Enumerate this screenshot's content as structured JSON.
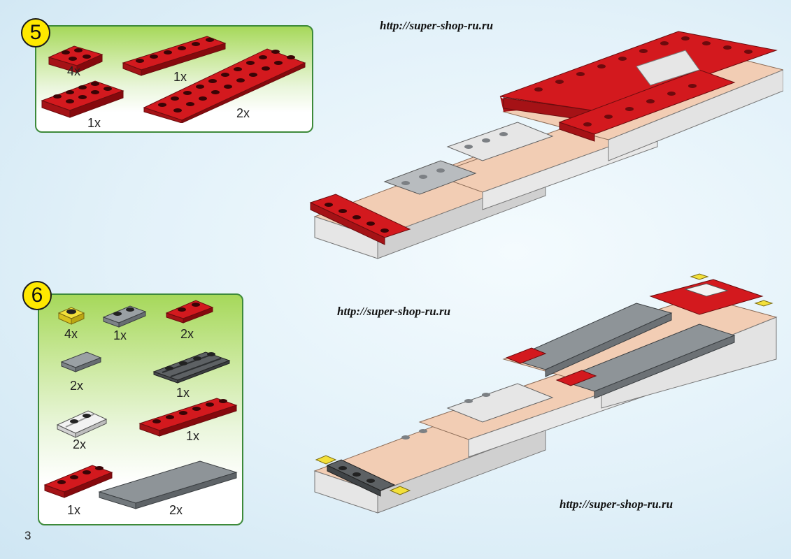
{
  "page_number": "3",
  "watermark_urls": [
    "http://super-shop-ru.ru",
    "http://super-shop-ru.ru",
    "http://super-shop-ru.ru"
  ],
  "colors": {
    "brick_red": "#d3191e",
    "brick_grey": "#8e9498",
    "brick_dark_grey": "#55595c",
    "brick_white": "#f2f2f2",
    "brick_yellow": "#f3e03a",
    "brick_tan": "#f2cdb4",
    "panel_green": "#a6d85a",
    "badge_yellow": "#ffe800"
  },
  "step5": {
    "number": "5",
    "parts": [
      {
        "color": "red",
        "size": "2x2 plate",
        "quantity": "4x"
      },
      {
        "color": "red",
        "size": "1x6 plate",
        "quantity": "1x"
      },
      {
        "color": "red",
        "size": "2x4 plate",
        "quantity": "1x"
      },
      {
        "color": "red",
        "size": "2x10 plate",
        "quantity": "2x"
      }
    ]
  },
  "step6": {
    "number": "6",
    "parts": [
      {
        "color": "yellow",
        "size": "1x1 plate",
        "quantity": "4x"
      },
      {
        "color": "grey",
        "size": "1x2 plate",
        "quantity": "1x"
      },
      {
        "color": "red",
        "size": "1x2 plate",
        "quantity": "2x"
      },
      {
        "color": "grey",
        "size": "1x2 tile",
        "quantity": "2x"
      },
      {
        "color": "dark-grey",
        "size": "1x4 rail plate",
        "quantity": "1x"
      },
      {
        "color": "white",
        "size": "1x2 rail plate",
        "quantity": "2x"
      },
      {
        "color": "red",
        "size": "1x6 plate",
        "quantity": "1x"
      },
      {
        "color": "red",
        "size": "1x4 plate",
        "quantity": "1x"
      },
      {
        "color": "grey",
        "size": "2x8 tile",
        "quantity": "2x"
      }
    ]
  }
}
